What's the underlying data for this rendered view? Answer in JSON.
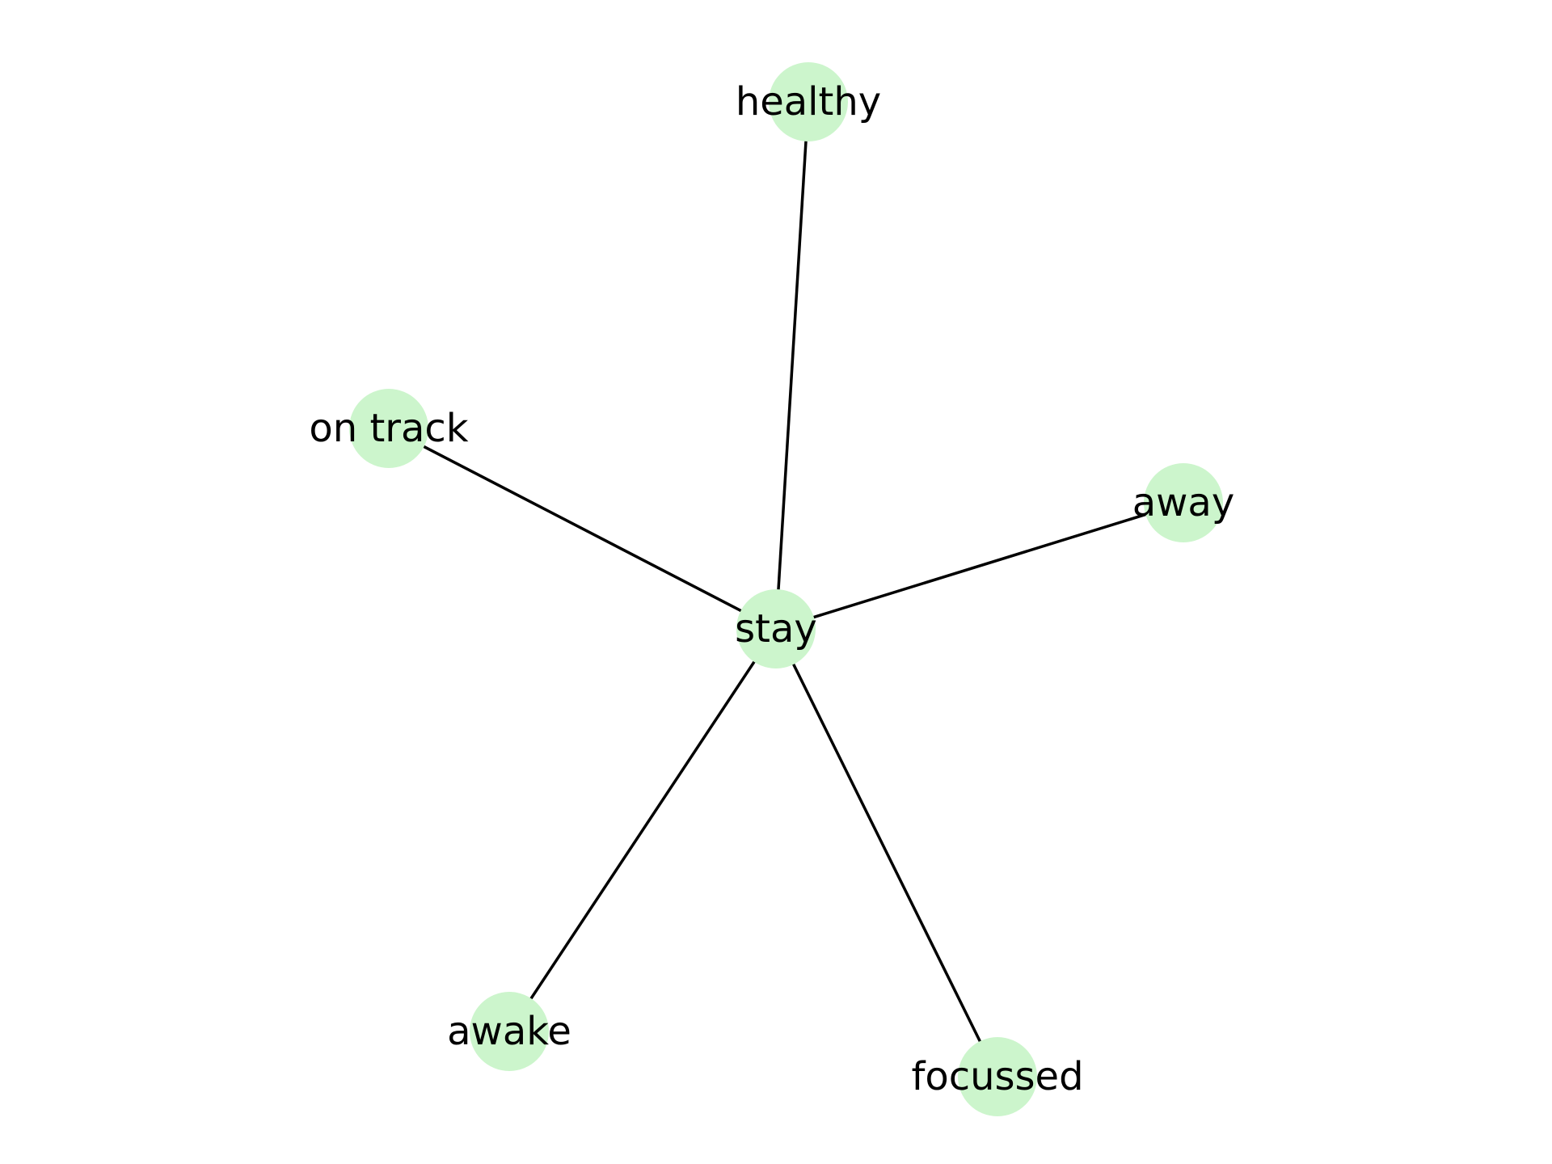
{
  "graph": {
    "center": "stay",
    "nodes": [
      {
        "id": "stay",
        "label": "stay"
      },
      {
        "id": "healthy",
        "label": "healthy"
      },
      {
        "id": "on-track",
        "label": "on track"
      },
      {
        "id": "away",
        "label": "away"
      },
      {
        "id": "awake",
        "label": "awake"
      },
      {
        "id": "focussed",
        "label": "focussed"
      }
    ],
    "edges": [
      {
        "source": "stay",
        "target": "healthy"
      },
      {
        "source": "stay",
        "target": "on-track"
      },
      {
        "source": "stay",
        "target": "away"
      },
      {
        "source": "stay",
        "target": "awake"
      },
      {
        "source": "stay",
        "target": "focussed"
      }
    ],
    "colors": {
      "node_fill": "#ccf5cc",
      "edge": "#000000",
      "label": "#000000",
      "background": "#ffffff"
    }
  }
}
